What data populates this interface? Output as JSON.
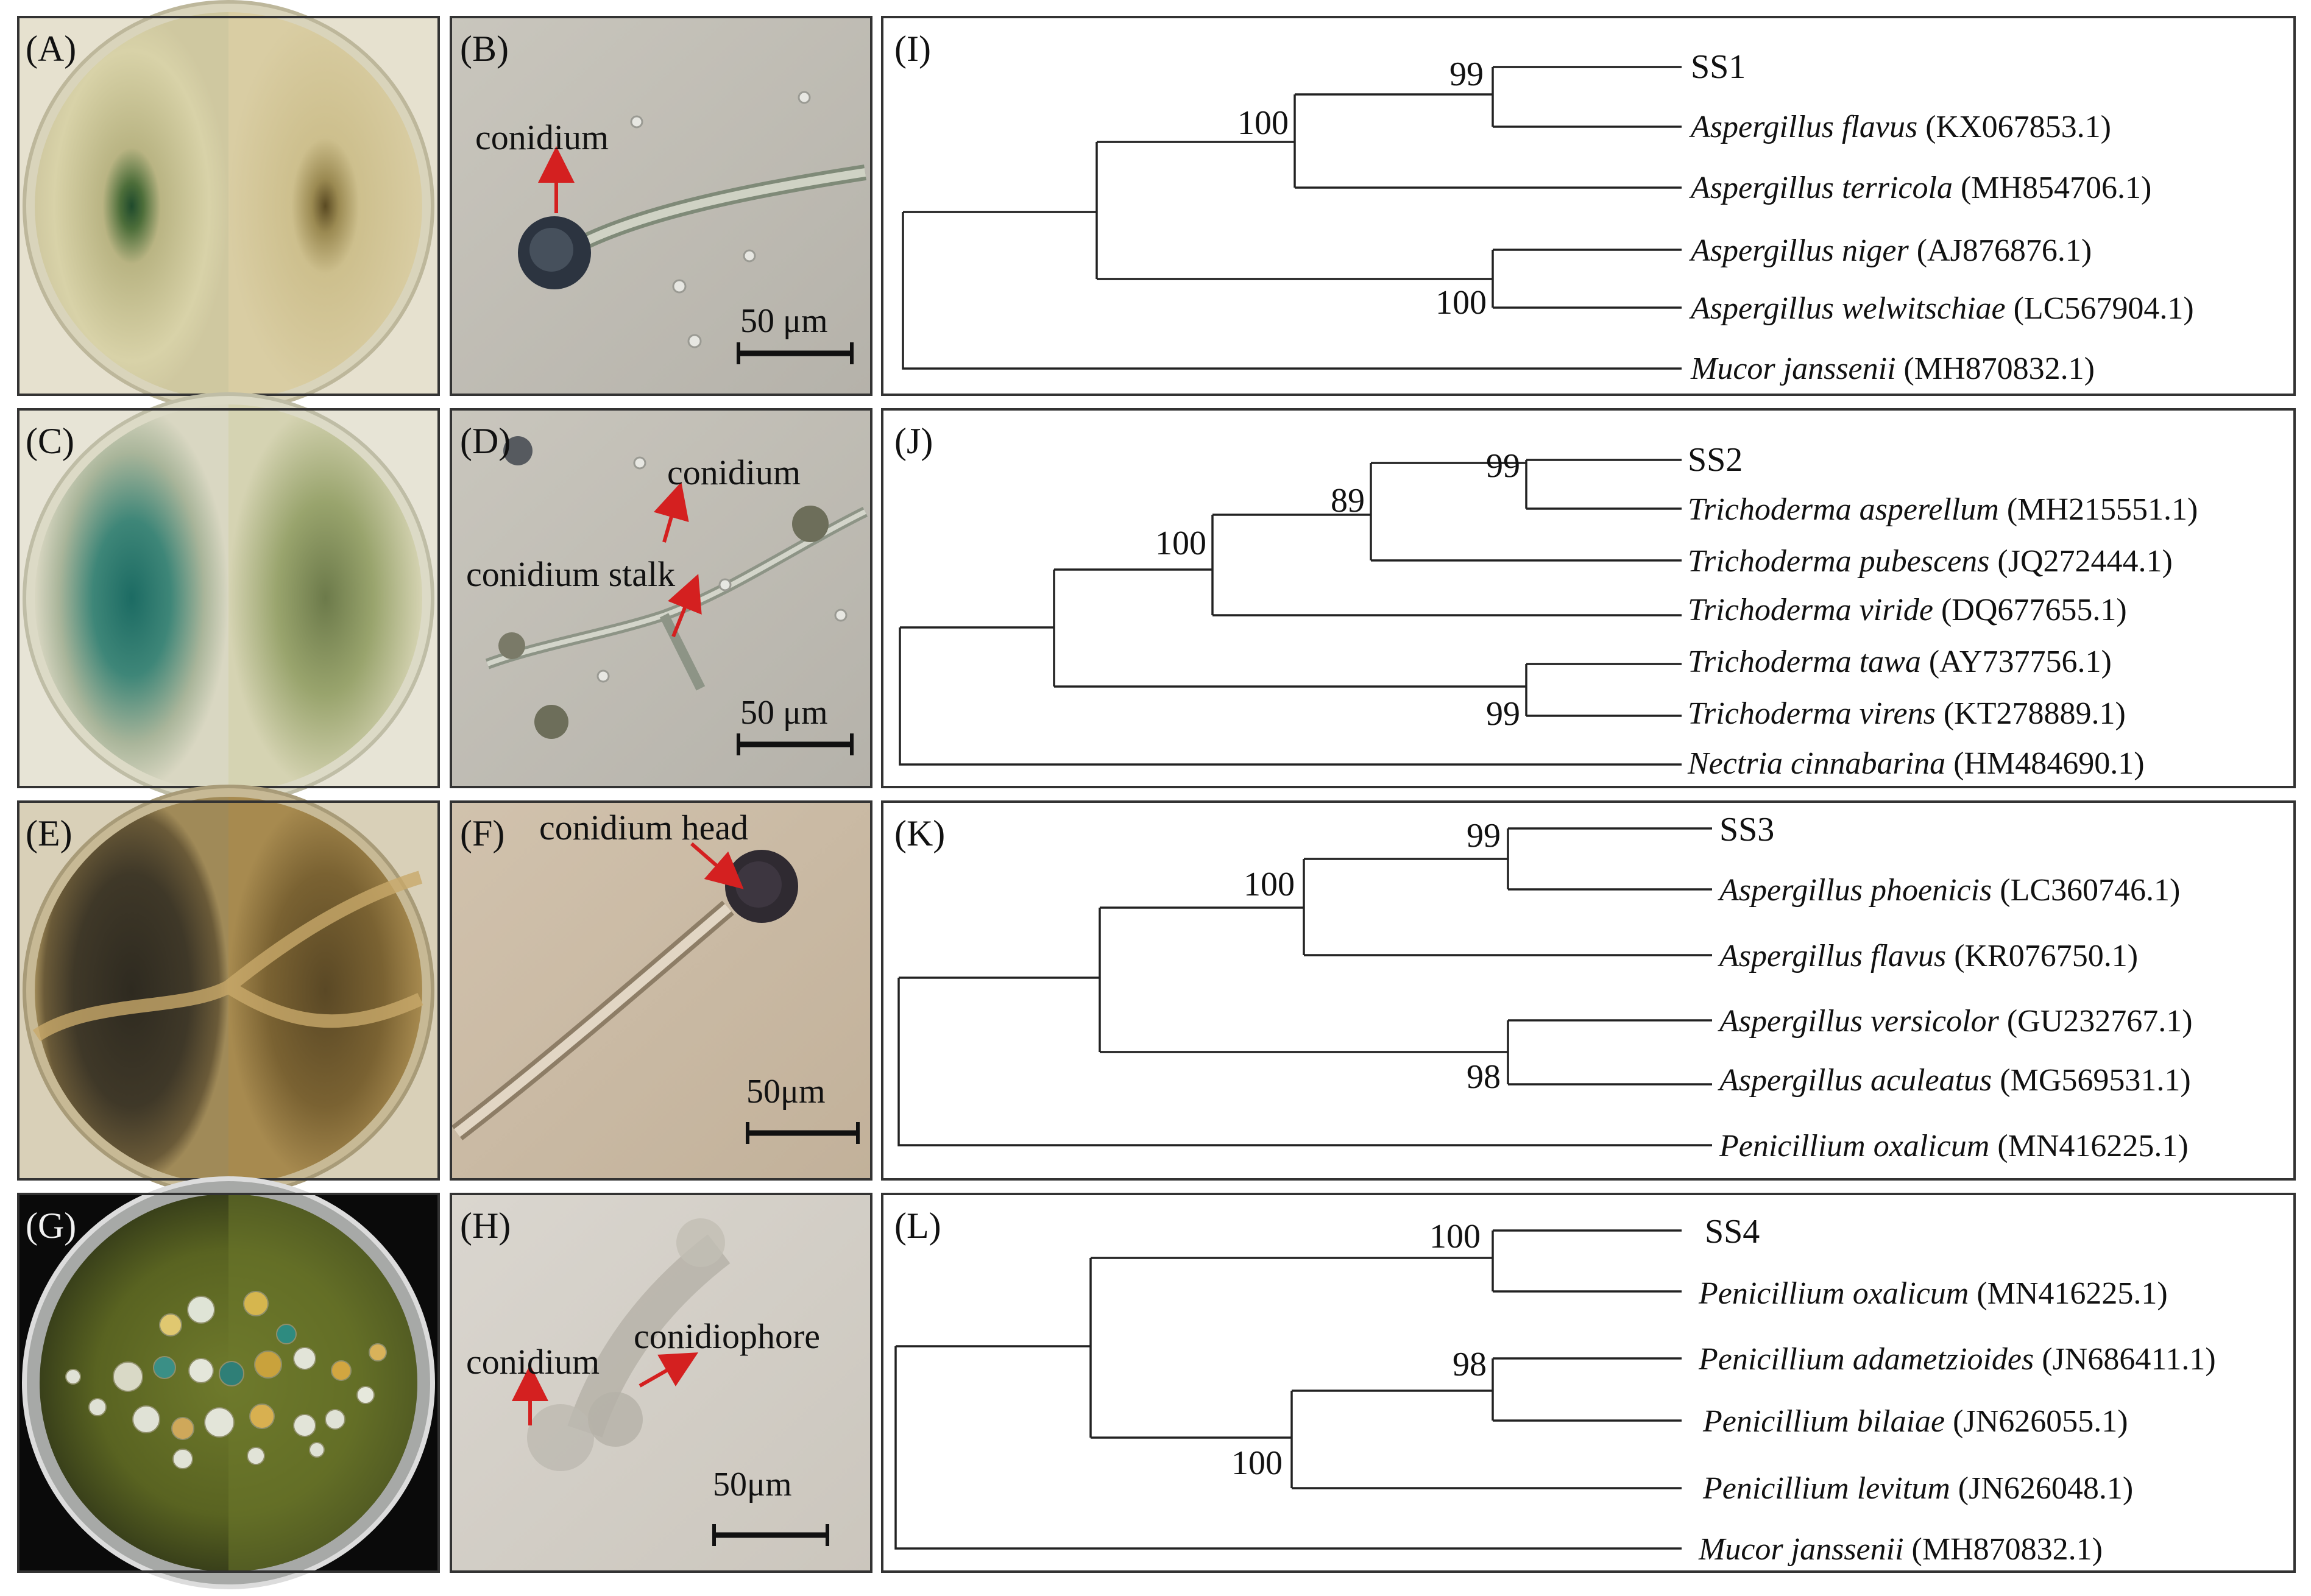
{
  "colors": {
    "arrow": "#d42020",
    "frame": "#333333",
    "branch": "#222222"
  },
  "photos": [
    {
      "label": "(A)",
      "theme": "yellow-green-plate"
    },
    {
      "label": "(C)",
      "theme": "teal-green-plate"
    },
    {
      "label": "(E)",
      "theme": "dark-brown-plate"
    },
    {
      "label": "(G)",
      "theme": "colony-plate-dark-background"
    }
  ],
  "micrographs": [
    {
      "label": "(B)",
      "scale": "50 μm",
      "annotations": [
        "conidium"
      ]
    },
    {
      "label": "(D)",
      "scale": "50 μm",
      "annotations": [
        "conidium",
        "conidium stalk"
      ]
    },
    {
      "label": "(F)",
      "scale": "50μm",
      "annotations": [
        "conidium head"
      ]
    },
    {
      "label": "(H)",
      "scale": "50μm",
      "annotations": [
        "conidium",
        "conidiophore"
      ]
    }
  ],
  "trees": [
    {
      "label": "(I)",
      "bootstrap": [
        "99",
        "100",
        "100"
      ],
      "tips": [
        {
          "name": "SS1",
          "acc": ""
        },
        {
          "name": "Aspergillus flavus",
          "acc": " (KX067853.1)"
        },
        {
          "name": "Aspergillus terricola",
          "acc": " (MH854706.1)"
        },
        {
          "name": "Aspergillus niger",
          "acc": " (AJ876876.1)"
        },
        {
          "name": "Aspergillus welwitschiae",
          "acc": " (LC567904.1)"
        },
        {
          "name": "Mucor janssenii",
          "acc": " (MH870832.1)"
        }
      ]
    },
    {
      "label": "(J)",
      "bootstrap": [
        "99",
        "89",
        "100",
        "99"
      ],
      "tips": [
        {
          "name": "SS2",
          "acc": ""
        },
        {
          "name": "Trichoderma asperellum",
          "acc": " (MH215551.1)"
        },
        {
          "name": "Trichoderma pubescens",
          "acc": " (JQ272444.1)"
        },
        {
          "name": "Trichoderma viride",
          "acc": " (DQ677655.1)"
        },
        {
          "name": "Trichoderma tawa",
          "acc": " (AY737756.1)"
        },
        {
          "name": "Trichoderma virens",
          "acc": " (KT278889.1)"
        },
        {
          "name": "Nectria cinnabarina",
          "acc": " (HM484690.1)"
        }
      ]
    },
    {
      "label": "(K)",
      "bootstrap": [
        "99",
        "100",
        "98"
      ],
      "tips": [
        {
          "name": "SS3",
          "acc": ""
        },
        {
          "name": "Aspergillus phoenicis",
          "acc": " (LC360746.1)"
        },
        {
          "name": "Aspergillus flavus",
          "acc": " (KR076750.1)"
        },
        {
          "name": "Aspergillus versicolor",
          "acc": " (GU232767.1)"
        },
        {
          "name": "Aspergillus aculeatus",
          "acc": " (MG569531.1)"
        },
        {
          "name": "Penicillium oxalicum",
          "acc": " (MN416225.1)"
        }
      ]
    },
    {
      "label": "(L)",
      "bootstrap": [
        "100",
        "98",
        "100"
      ],
      "tips": [
        {
          "name": "SS4",
          "acc": ""
        },
        {
          "name": "Penicillium oxalicum",
          "acc": " (MN416225.1)"
        },
        {
          "name": "Penicillium adametzioides",
          "acc": " (JN686411.1)"
        },
        {
          "name": "Penicillium bilaiae",
          "acc": " (JN626055.1)"
        },
        {
          "name": "Penicillium levitum",
          "acc": " (JN626048.1)"
        },
        {
          "name": "Mucor janssenii",
          "acc": " (MH870832.1)"
        }
      ]
    }
  ]
}
